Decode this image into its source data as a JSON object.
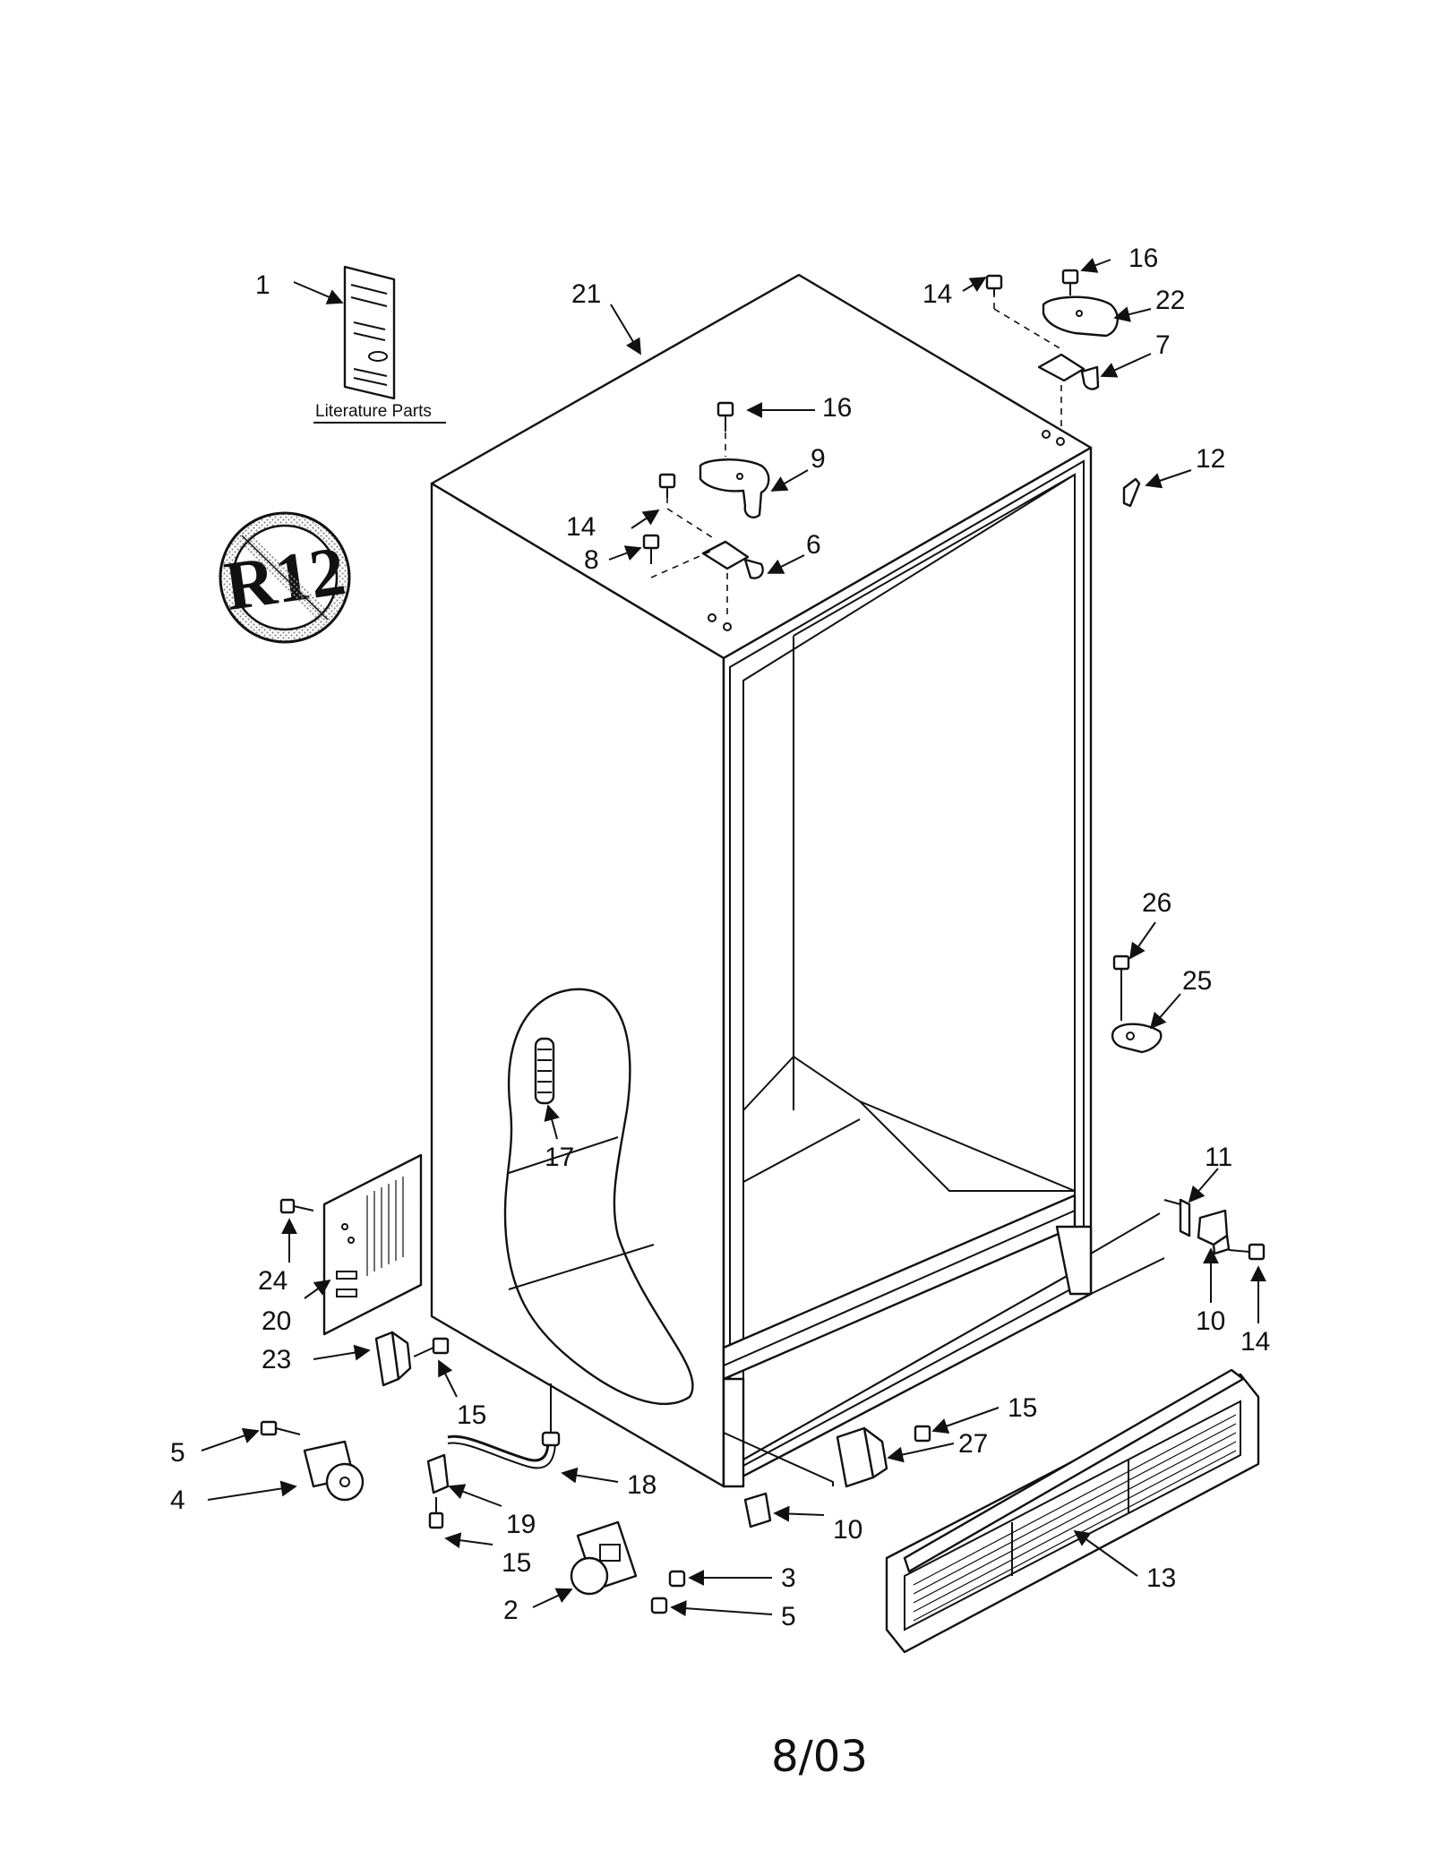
{
  "diagram": {
    "literature_caption": "Literature Parts",
    "no_r12_symbol_text": "R12",
    "date_code": "8/03",
    "callouts": [
      "1",
      "21",
      "16",
      "14",
      "22",
      "7",
      "16",
      "9",
      "14",
      "12",
      "8",
      "6",
      "26",
      "25",
      "17",
      "11",
      "24",
      "20",
      "10",
      "14",
      "23",
      "15",
      "15",
      "27",
      "5",
      "18",
      "4",
      "19",
      "10",
      "15",
      "3",
      "13",
      "2",
      "5"
    ]
  }
}
